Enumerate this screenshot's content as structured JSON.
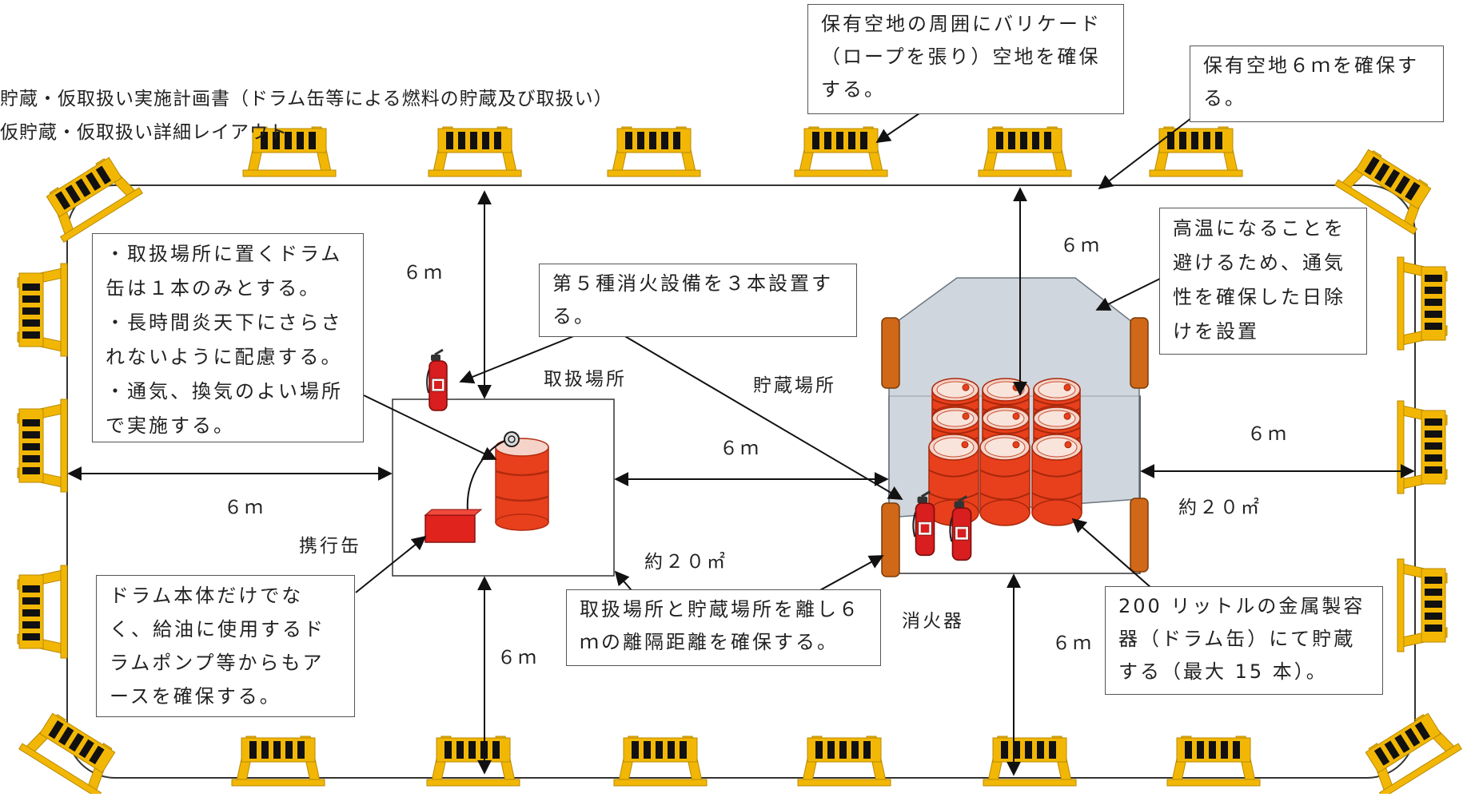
{
  "titles": {
    "line1": "貯蔵・仮取扱い実施計画書（ドラム缶等による燃料の貯蔵及び取扱い）",
    "line2": "仮貯蔵・仮取扱い詳細レイアウト"
  },
  "callouts": {
    "barricade": "保有空地の周囲にバリケード（ロープを張り）空地を確保する。",
    "clearance": "保有空地６ｍを確保する。",
    "handling_notes": "・取扱場所に置くドラム缶は１本のみとする。\n・長時間炎天下にさらされないように配慮する。\n・通気、換気のよい場所で実施する。",
    "extinguisher": "第５種消火設備を３本設置する。",
    "sunshade": "高温になることを避けるため、通気性を確保した日除けを設置",
    "grounding": "ドラム本体だけでなく、給油に使用するドラムポンプ等からもアースを確保する。",
    "separation": "取扱場所と貯蔵場所を離し６ｍの離隔距離を確保する。",
    "storage": "200 リットルの金属製容器（ドラム缶）にて貯蔵する（最大 15 本）。"
  },
  "labels": {
    "handling_area": "取扱場所",
    "storage_area": "貯蔵場所",
    "portable_can": "携行缶",
    "extinguisher": "消火器",
    "area_handling": "約２０㎡",
    "area_storage": "約２０㎡"
  },
  "dimensions": {
    "top_left": "６ｍ",
    "left": "６ｍ",
    "bottom_left": "６ｍ",
    "between": "６ｍ",
    "top_right": "６ｍ",
    "right": "６ｍ",
    "bottom_right": "６ｍ"
  },
  "colors": {
    "barricade": "#F2B705",
    "stripe": "#111111",
    "drum": "#E8401C",
    "drum_top": "#F5D3C8",
    "shade": "#C6CDD5",
    "post": "#D06818",
    "pump_box": "#E0231D",
    "extinguisher": "#D81E1E"
  }
}
